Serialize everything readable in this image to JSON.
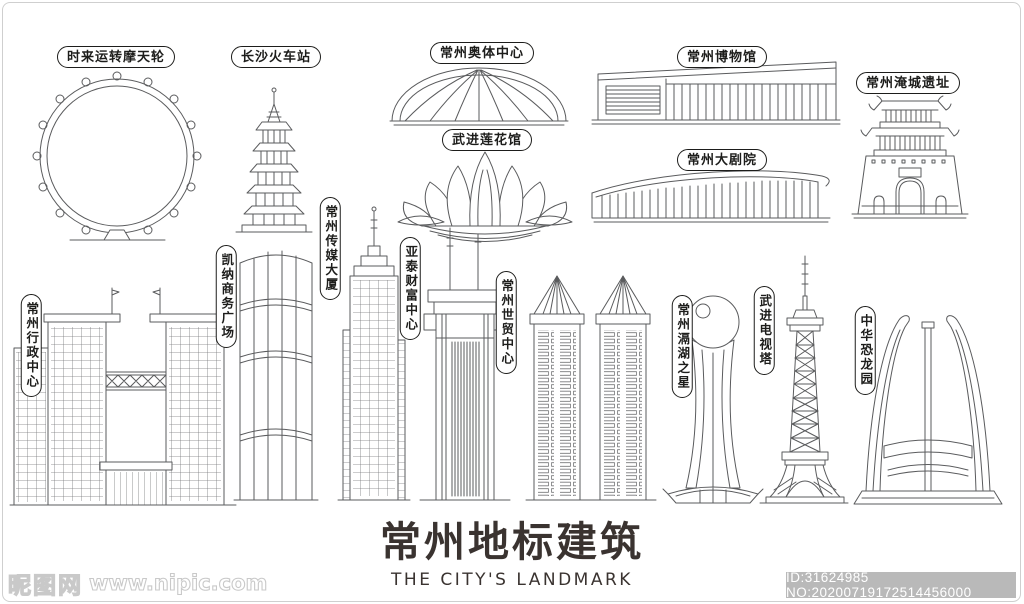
{
  "artwork": {
    "title_cn": "常州地标建筑",
    "title_en": "THE CITY'S LANDMARK"
  },
  "landmarks": {
    "ferris_wheel": "时来运转摩天轮",
    "railway_station": "长沙火车站",
    "olympic_center": "常州奥体中心",
    "lotus_hall": "武进莲花馆",
    "museum": "常州博物馆",
    "grand_theatre": "常州大剧院",
    "yancheng_ruins": "常州淹城遗址",
    "admin_center": "常州行政中心",
    "kaina_plaza": "凯纳商务广场",
    "media_tower": "常州传媒大厦",
    "yatai_center": "亚泰财富中心",
    "world_trade_center": "常州世贸中心",
    "gehu_star": "常州滆湖之星",
    "tv_tower": "武进电视塔",
    "dinosaur_park": "中华恐龙园"
  },
  "watermarks": {
    "site_logo": "昵图网",
    "site_url": "www.nipic.com",
    "stock_id": "ID:31624985 NO:20200719172514456000"
  },
  "colors": {
    "line": "#5a5b5d",
    "label_border": "#1d1d1b",
    "title_text": "#3a3330",
    "id_bar_bg": "#b9b9b9",
    "id_bar_text": "#ffffff",
    "frame": "#cfcfcf"
  }
}
